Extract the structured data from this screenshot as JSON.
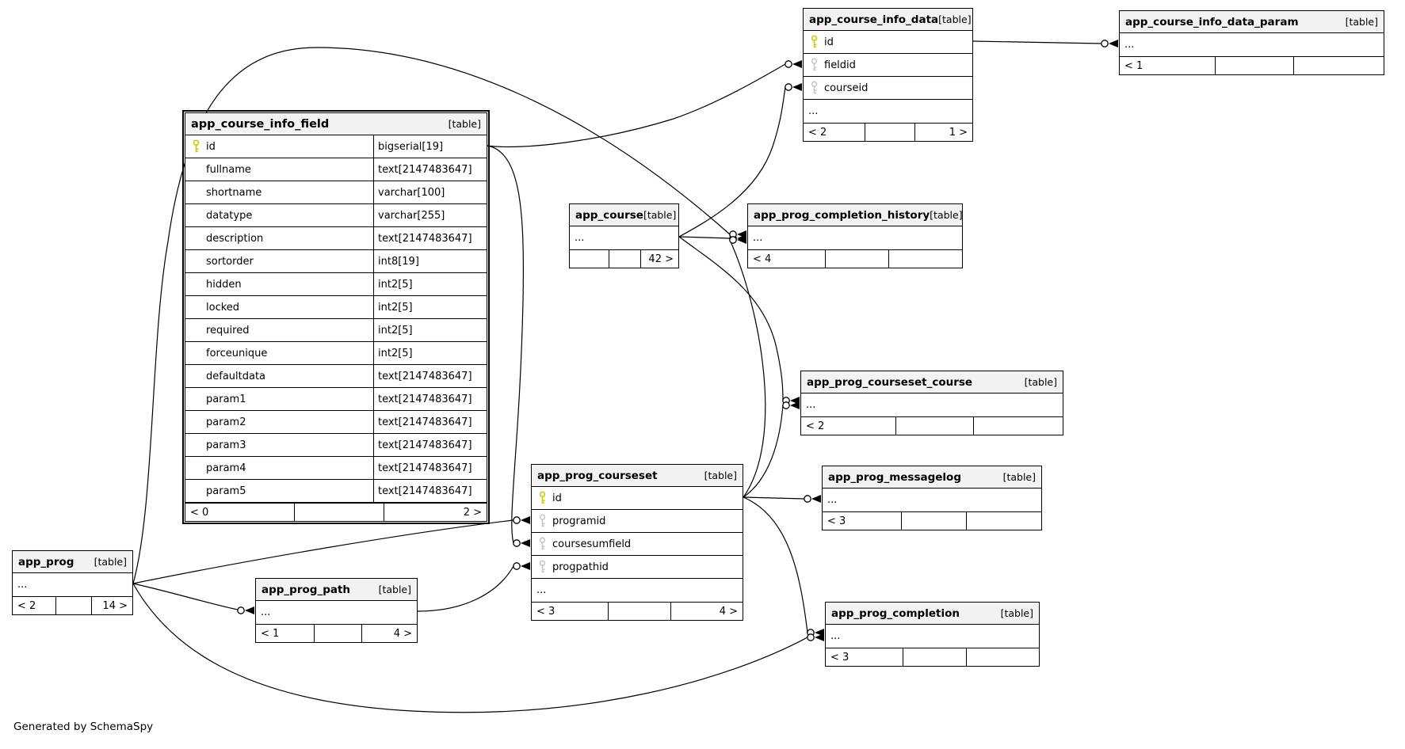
{
  "diagram": {
    "generator_note": "Generated by SchemaSpy",
    "badge": "[table]",
    "ellipsis": "...",
    "colors": {
      "header_bg": "#f2f2f2",
      "border": "#000000",
      "pk_key": "#cccc00",
      "fk_key": "#c8c8c8",
      "line": "#000000"
    }
  },
  "tables": [
    {
      "id": "app_course_info_field",
      "name": "app_course_info_field",
      "main": true,
      "columns": [
        {
          "name": "id",
          "type": "bigserial[19]",
          "key": "pk"
        },
        {
          "name": "fullname",
          "type": "text[2147483647]",
          "key": ""
        },
        {
          "name": "shortname",
          "type": "varchar[100]",
          "key": ""
        },
        {
          "name": "datatype",
          "type": "varchar[255]",
          "key": ""
        },
        {
          "name": "description",
          "type": "text[2147483647]",
          "key": ""
        },
        {
          "name": "sortorder",
          "type": "int8[19]",
          "key": ""
        },
        {
          "name": "hidden",
          "type": "int2[5]",
          "key": ""
        },
        {
          "name": "locked",
          "type": "int2[5]",
          "key": ""
        },
        {
          "name": "required",
          "type": "int2[5]",
          "key": ""
        },
        {
          "name": "forceunique",
          "type": "int2[5]",
          "key": ""
        },
        {
          "name": "defaultdata",
          "type": "text[2147483647]",
          "key": ""
        },
        {
          "name": "param1",
          "type": "text[2147483647]",
          "key": ""
        },
        {
          "name": "param2",
          "type": "text[2147483647]",
          "key": ""
        },
        {
          "name": "param3",
          "type": "text[2147483647]",
          "key": ""
        },
        {
          "name": "param4",
          "type": "text[2147483647]",
          "key": ""
        },
        {
          "name": "param5",
          "type": "text[2147483647]",
          "key": ""
        }
      ],
      "ellipsis": null,
      "footer": {
        "parents": "< 0",
        "mid": "",
        "children": "2 >"
      }
    },
    {
      "id": "app_course_info_data",
      "name": "app_course_info_data",
      "main": false,
      "columns": [
        {
          "name": "id",
          "type": "",
          "key": "pk"
        },
        {
          "name": "fieldid",
          "type": "",
          "key": "fk"
        },
        {
          "name": "courseid",
          "type": "",
          "key": "fk"
        }
      ],
      "ellipsis": "...",
      "footer": {
        "parents": "< 2",
        "mid": "",
        "children": "1 >"
      }
    },
    {
      "id": "app_course_info_data_param",
      "name": "app_course_info_data_param",
      "main": false,
      "columns": [],
      "ellipsis": "...",
      "footer": {
        "parents": "< 1",
        "mid": "",
        "children": ""
      }
    },
    {
      "id": "app_course",
      "name": "app_course",
      "main": false,
      "columns": [],
      "ellipsis": "...",
      "footer": {
        "parents": "",
        "mid": "",
        "children": "42 >"
      }
    },
    {
      "id": "app_prog_completion_history",
      "name": "app_prog_completion_history",
      "main": false,
      "columns": [],
      "ellipsis": "...",
      "footer": {
        "parents": "< 4",
        "mid": "",
        "children": ""
      }
    },
    {
      "id": "app_prog_courseset_course",
      "name": "app_prog_courseset_course",
      "main": false,
      "columns": [],
      "ellipsis": "...",
      "footer": {
        "parents": "< 2",
        "mid": "",
        "children": ""
      }
    },
    {
      "id": "app_prog_messagelog",
      "name": "app_prog_messagelog",
      "main": false,
      "columns": [],
      "ellipsis": "...",
      "footer": {
        "parents": "< 3",
        "mid": "",
        "children": ""
      }
    },
    {
      "id": "app_prog_courseset",
      "name": "app_prog_courseset",
      "main": false,
      "columns": [
        {
          "name": "id",
          "type": "",
          "key": "pk"
        },
        {
          "name": "programid",
          "type": "",
          "key": "fk"
        },
        {
          "name": "coursesumfield",
          "type": "",
          "key": "fk"
        },
        {
          "name": "progpathid",
          "type": "",
          "key": "fk"
        }
      ],
      "ellipsis": "...",
      "footer": {
        "parents": "< 3",
        "mid": "",
        "children": "4 >"
      }
    },
    {
      "id": "app_prog",
      "name": "app_prog",
      "main": false,
      "columns": [],
      "ellipsis": "...",
      "footer": {
        "parents": "< 2",
        "mid": "",
        "children": "14 >"
      }
    },
    {
      "id": "app_prog_path",
      "name": "app_prog_path",
      "main": false,
      "columns": [],
      "ellipsis": "...",
      "footer": {
        "parents": "< 1",
        "mid": "",
        "children": "4 >"
      }
    },
    {
      "id": "app_prog_completion",
      "name": "app_prog_completion",
      "main": false,
      "columns": [],
      "ellipsis": "...",
      "footer": {
        "parents": "< 3",
        "mid": "",
        "children": ""
      }
    }
  ],
  "relationships": [
    {
      "from": "app_course_info_data.id",
      "to": "app_course_info_data_param"
    },
    {
      "from": "app_course_info_field.id",
      "to": "app_course_info_data.fieldid"
    },
    {
      "from": "app_course",
      "to": "app_course_info_data.courseid"
    },
    {
      "from": "app_course",
      "to": "app_prog_completion_history"
    },
    {
      "from": "app_prog",
      "to": "app_prog_completion_history"
    },
    {
      "from": "app_prog_courseset.id",
      "to": "app_prog_completion_history"
    },
    {
      "from": "app_course",
      "to": "app_prog_courseset_course"
    },
    {
      "from": "app_prog_courseset.id",
      "to": "app_prog_courseset_course"
    },
    {
      "from": "app_prog_courseset.id",
      "to": "app_prog_messagelog"
    },
    {
      "from": "app_prog_courseset.id",
      "to": "app_prog_completion"
    },
    {
      "from": "app_prog",
      "to": "app_prog_completion"
    },
    {
      "from": "app_prog",
      "to": "app_prog_courseset.programid"
    },
    {
      "from": "app_prog",
      "to": "app_prog_path"
    },
    {
      "from": "app_prog_path",
      "to": "app_prog_courseset.progpathid"
    },
    {
      "from": "app_course_info_field.id",
      "to": "app_prog_courseset.coursesumfield"
    }
  ]
}
